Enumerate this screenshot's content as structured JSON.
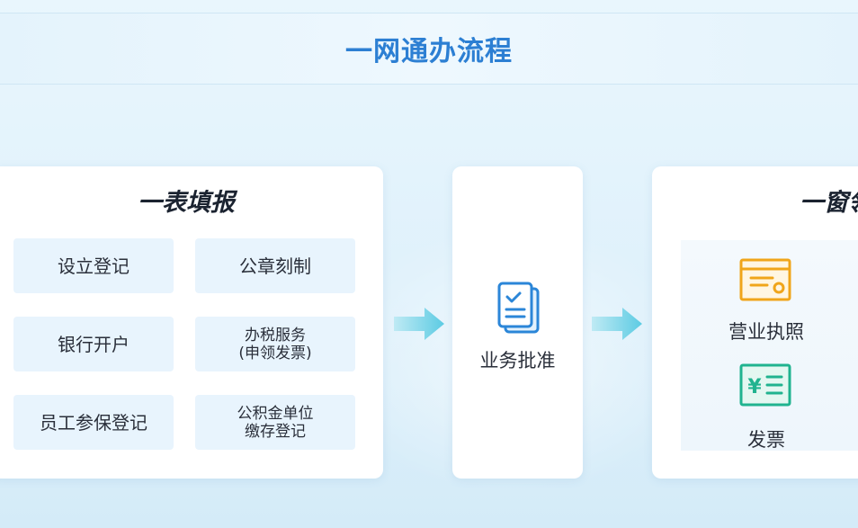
{
  "header": {
    "title": "一网通办流程"
  },
  "left_card": {
    "title": "一表填报",
    "items": [
      {
        "lines": [
          "设立登记"
        ]
      },
      {
        "lines": [
          "公章刻制"
        ]
      },
      {
        "lines": [
          "银行开户"
        ]
      },
      {
        "lines": [
          "办税服务",
          "(申领发票)"
        ]
      },
      {
        "lines": [
          "员工参保登记"
        ]
      },
      {
        "lines": [
          "公积金单位",
          "缴存登记"
        ]
      }
    ]
  },
  "middle_card": {
    "label": "业务批准",
    "icon": "document-check-icon"
  },
  "right_card": {
    "title": "一窗领",
    "outputs": [
      {
        "label": "营业执照",
        "icon": "license-icon"
      },
      {
        "label": "发票",
        "icon": "invoice-yuan-icon"
      }
    ]
  },
  "colors": {
    "header_text": "#2c7fd3",
    "arrow": "#5ccbe3",
    "item_bg": "#e8f4fd",
    "license_icon": "#f0a51a",
    "invoice_icon": "#20b38f",
    "doc_icon": "#2b86d8"
  }
}
